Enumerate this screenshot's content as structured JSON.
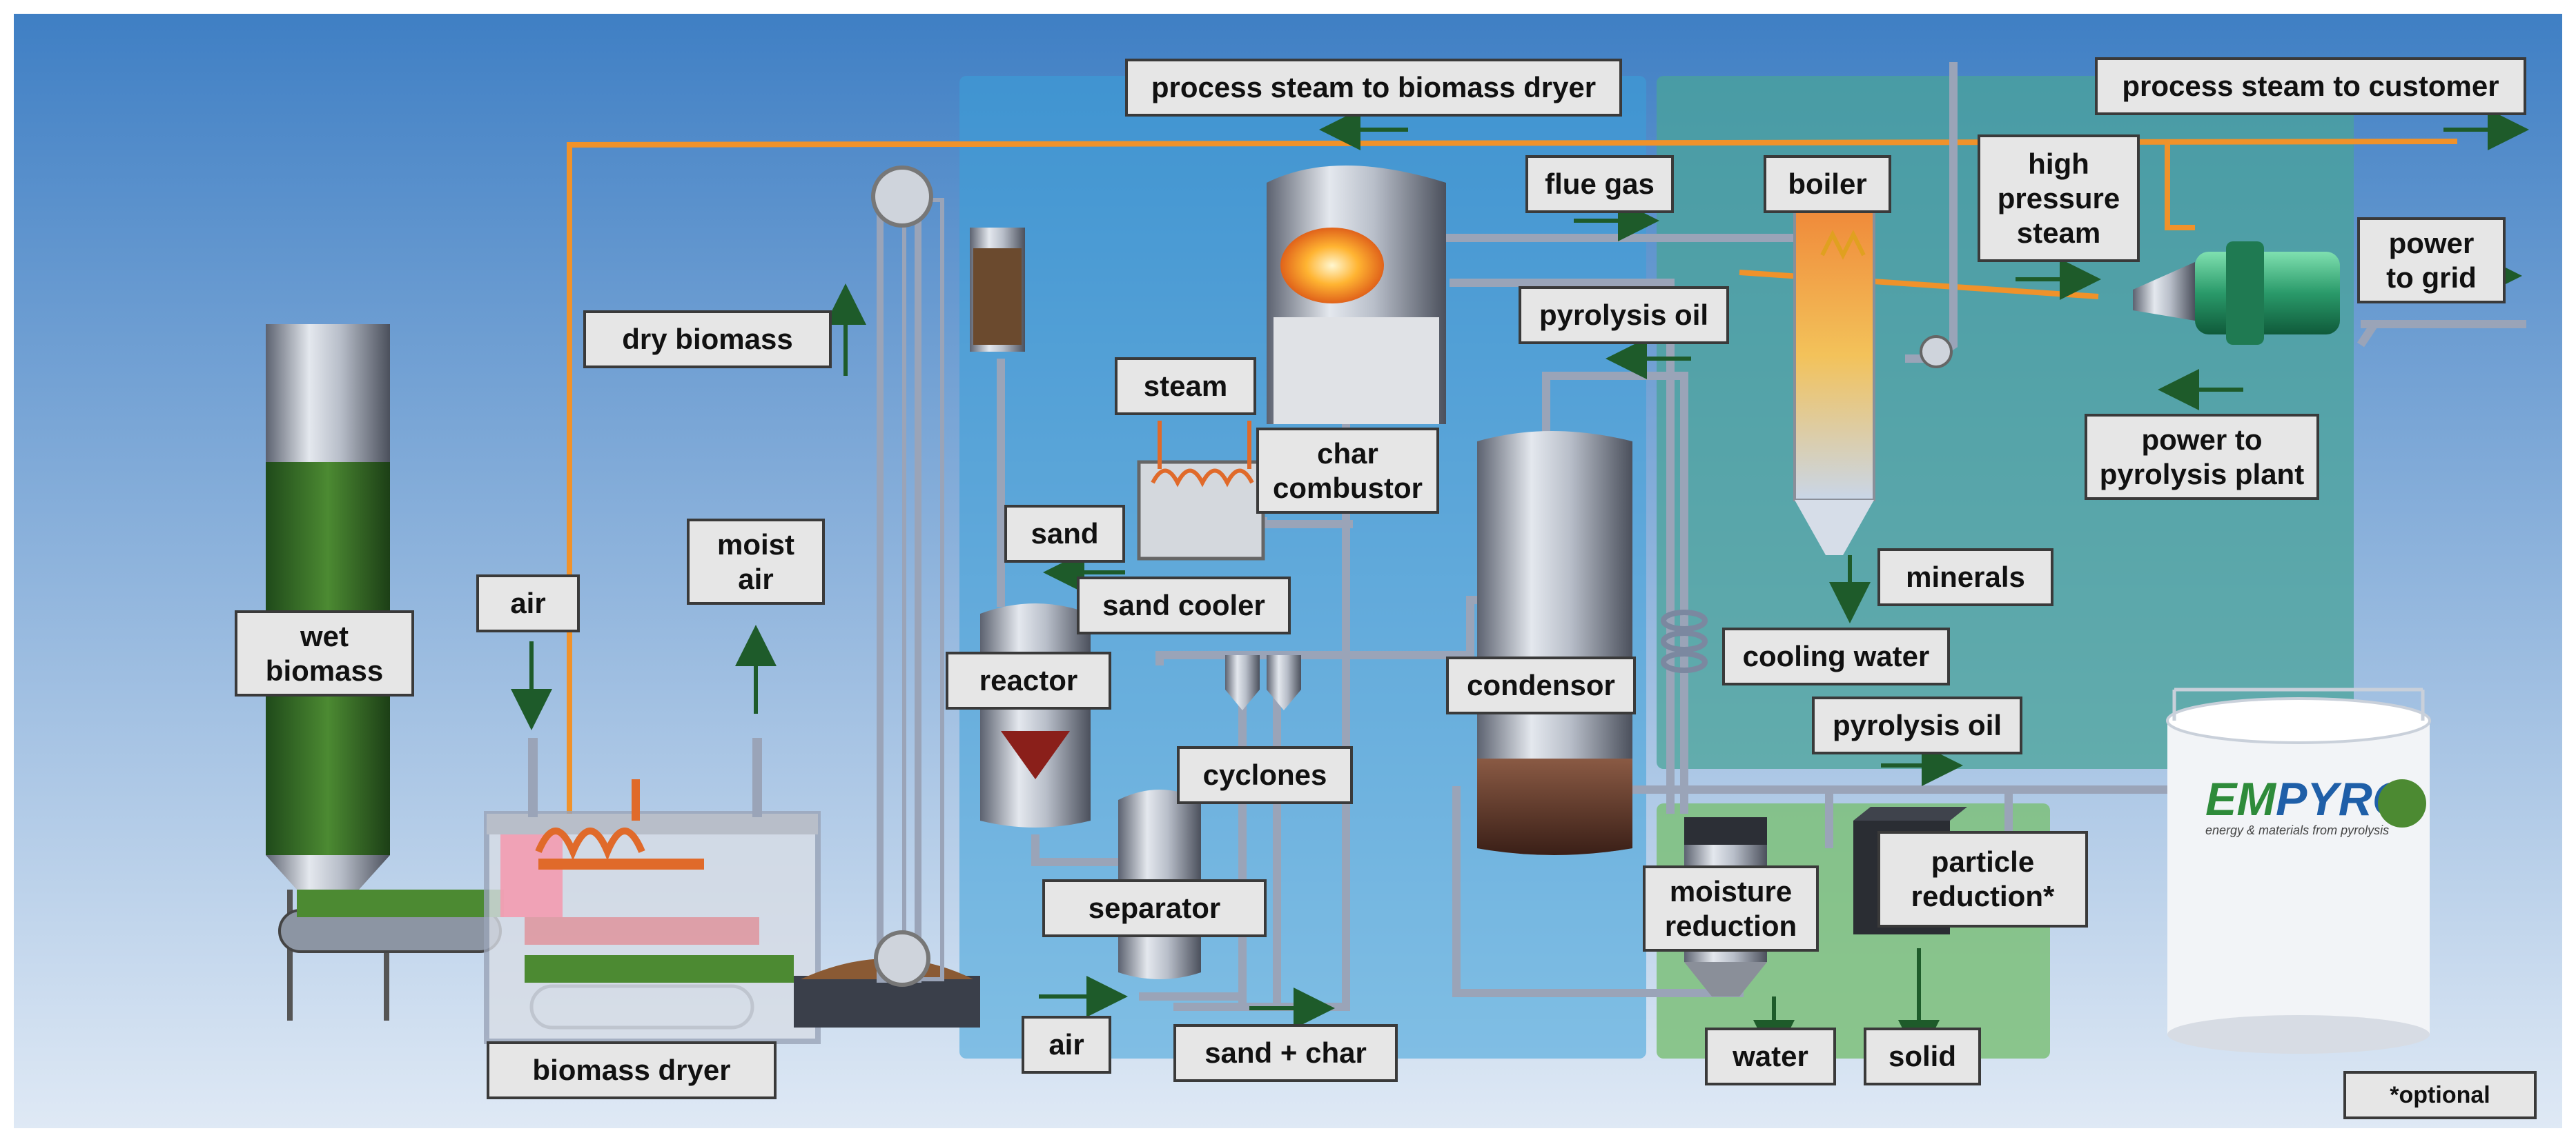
{
  "labels": {
    "process_steam_biomass_dryer": "process steam to biomass dryer",
    "process_steam_customer": "process steam to customer",
    "flue_gas": "flue gas",
    "boiler": "boiler",
    "high_pressure_steam": "high\npressure\nsteam",
    "power_to_grid": "power\nto grid",
    "pyrolysis_oil_top": "pyrolysis oil",
    "dry_biomass": "dry biomass",
    "steam": "steam",
    "char_combustor": "char\ncombustor",
    "power_to_pyrolysis_plant": "power to\npyrolysis plant",
    "sand": "sand",
    "moist_air": "moist\nair",
    "air_left": "air",
    "wet_biomass": "wet\nbiomass",
    "sand_cooler": "sand cooler",
    "minerals": "minerals",
    "reactor": "reactor",
    "condensor": "condensor",
    "cooling_water": "cooling water",
    "pyrolysis_oil_bottom": "pyrolysis oil",
    "cyclones": "cyclones",
    "particle_reduction": "particle\nreduction*",
    "separator": "separator",
    "moisture_reduction": "moisture\nreduction",
    "air_bottom": "air",
    "sand_char": "sand + char",
    "water": "water",
    "solid": "solid",
    "biomass_dryer": "biomass dryer",
    "optional": "*optional"
  },
  "logo": {
    "brand_em": "EM",
    "brand_pyro": "PYRO",
    "tagline": "energy & materials from pyrolysis"
  },
  "colors": {
    "background_top": "#3f7fc4",
    "background_bottom": "#dfe9f5",
    "pyrolysis_zone": "#3aa0d8",
    "boiler_zone": "#4aa39a",
    "oil_zone": "#7cc07a",
    "steam_line": "#f0922a",
    "flow_arrow": "#1e5b2a",
    "pipe": "#9aa4b8",
    "label_fill": "#e6e6e6",
    "brand_green": "#2e8b3a"
  }
}
